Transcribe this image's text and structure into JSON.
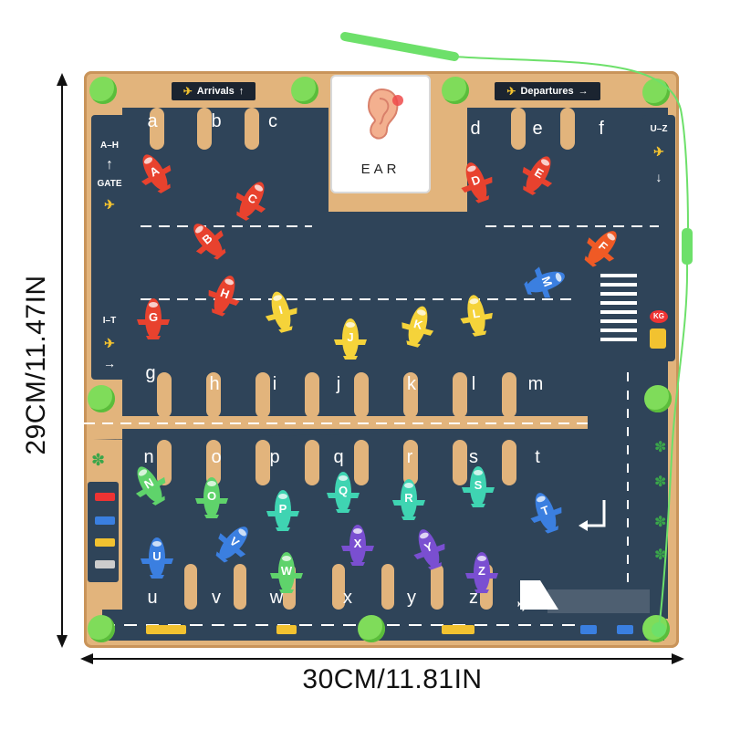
{
  "dimensions": {
    "height": "29CM/11.47IN",
    "width": "30CM/11.81IN"
  },
  "signs": {
    "arrivals": "Arrivals",
    "departures": "Departures"
  },
  "card": {
    "word": "EAR",
    "picture": "ear-icon"
  },
  "side_labels": {
    "left_top": "A–H",
    "left_gate": "GATE",
    "left_bottom": "I–T",
    "right_top": "U–Z",
    "right_kg": "KG"
  },
  "letters": [
    "a",
    "b",
    "c",
    "d",
    "e",
    "f",
    "g",
    "h",
    "i",
    "j",
    "k",
    "l",
    "m",
    "n",
    "o",
    "p",
    "q",
    "r",
    "s",
    "t",
    "u",
    "v",
    "w",
    "x",
    "y",
    "z"
  ],
  "planes": [
    {
      "l": "A",
      "c": "#e8422e"
    },
    {
      "l": "B",
      "c": "#e8422e"
    },
    {
      "l": "C",
      "c": "#e8422e"
    },
    {
      "l": "D",
      "c": "#e8422e"
    },
    {
      "l": "E",
      "c": "#e8422e"
    },
    {
      "l": "F",
      "c": "#ef5a25"
    },
    {
      "l": "G",
      "c": "#e8422e"
    },
    {
      "l": "H",
      "c": "#e8422e"
    },
    {
      "l": "I",
      "c": "#f5d33a"
    },
    {
      "l": "J",
      "c": "#f5d33a"
    },
    {
      "l": "K",
      "c": "#f5d33a"
    },
    {
      "l": "L",
      "c": "#f5d33a"
    },
    {
      "l": "M",
      "c": "#3b7fe0"
    },
    {
      "l": "N",
      "c": "#5fd36b"
    },
    {
      "l": "O",
      "c": "#5fd36b"
    },
    {
      "l": "P",
      "c": "#3fd4b2"
    },
    {
      "l": "Q",
      "c": "#3fd4b2"
    },
    {
      "l": "R",
      "c": "#3fd4b2"
    },
    {
      "l": "S",
      "c": "#3fd4b2"
    },
    {
      "l": "T",
      "c": "#3b7fe0"
    },
    {
      "l": "U",
      "c": "#3b7fe0"
    },
    {
      "l": "V",
      "c": "#3b7fe0"
    },
    {
      "l": "W",
      "c": "#5fd36b"
    },
    {
      "l": "X",
      "c": "#7a4fd1"
    },
    {
      "l": "Y",
      "c": "#7a4fd1"
    },
    {
      "l": "Z",
      "c": "#7a4fd1"
    }
  ],
  "colors": {
    "board": "#e2b47c",
    "road": "#2f4459",
    "peg": "#7fdc5a",
    "stick": "#6de06a"
  }
}
